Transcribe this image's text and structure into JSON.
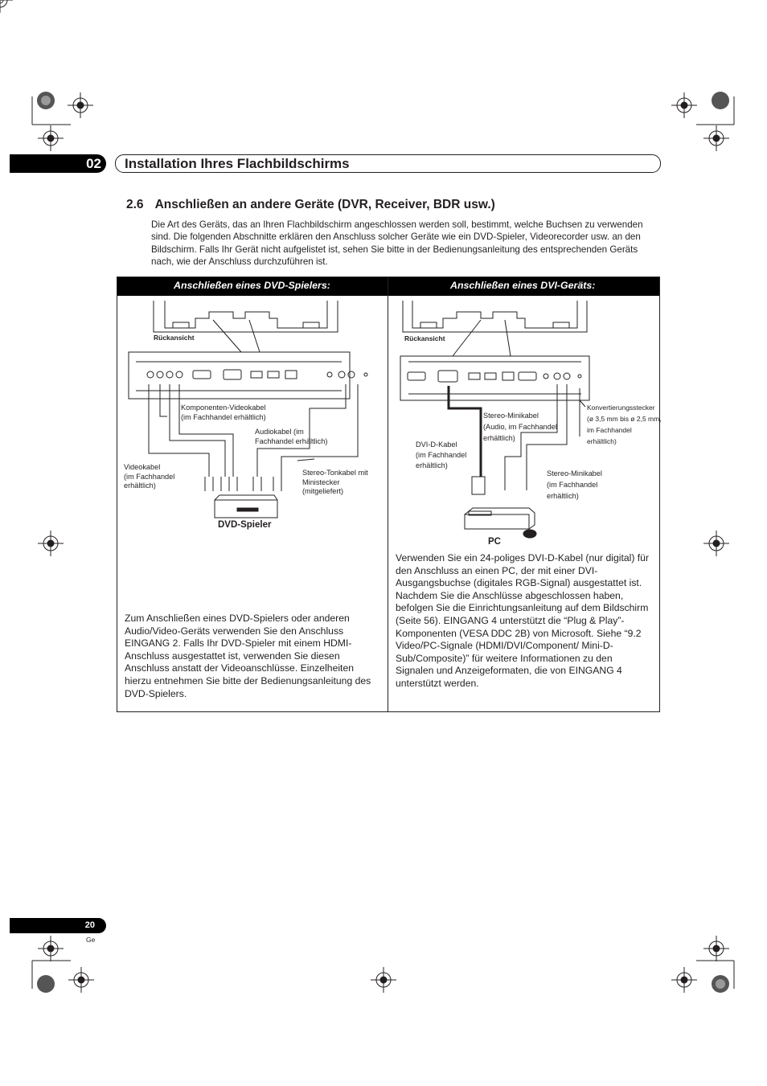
{
  "chapter": {
    "number": "02",
    "title": "Installation Ihres Flachbildschirms"
  },
  "section": {
    "number": "2.6",
    "title": "Anschließen an andere Geräte (DVR, Receiver, BDR usw.)",
    "intro": "Die Art des Geräts, das an Ihren Flachbildschirm angeschlossen werden soll, bestimmt, welche Buchsen zu verwenden sind. Die folgenden Abschnitte erklären den Anschluss solcher Geräte wie ein DVD-Spieler, Videorecorder usw. an den Bildschirm. Falls Ihr Gerät nicht aufgelistet ist, sehen Sie bitte in der Bedienungsanleitung des entsprechenden Geräts nach, wie der Anschluss durchzuführen ist."
  },
  "dvd": {
    "header": "Anschließen eines DVD-Spielers:",
    "rear_view": "Rückansicht",
    "component_cable": "Komponenten-Videokabel\n(im Fachhandel erhältlich)",
    "audio_cable": "Audiokabel (im\nFachhandel erhältlich)",
    "video_cable": "Videokabel\n(im Fachhandel\nerhältlich)",
    "stereo_cable": "Stereo-Tonkabel mit\nMinistecker\n(mitgeliefert)",
    "device": "DVD-Spieler",
    "text": "Zum Anschließen eines DVD-Spielers oder anderen Audio/Video-Geräts verwenden Sie den Anschluss EINGANG 2. Falls Ihr DVD-Spieler mit einem HDMI-Anschluss ausgestattet ist, verwenden Sie diesen Anschluss anstatt der Videoanschlüsse. Einzelheiten hierzu entnehmen Sie bitte der Bedienungsanleitung des DVD-Spielers."
  },
  "dvi": {
    "header": "Anschließen eines DVI-Geräts:",
    "rear_view": "Rückansicht",
    "stereo_mini_cable": "Stereo-Minikabel\n(Audio, im Fachhandel\nerhältlich)",
    "adapter": "Konvertierungsstecker\n(ø 3,5 mm bis ø 2,5 mm,\nim Fachhandel\nerhältlich)",
    "dvi_cable": "DVI-D-Kabel\n(im Fachhandel\nerhältlich)",
    "stereo_mini_cable2": "Stereo-Minikabel\n(im Fachhandel\nerhältlich)",
    "device": "PC",
    "text": "Verwenden Sie ein 24-poliges DVI-D-Kabel (nur digital) für den Anschluss an einen PC, der mit einer DVI-Ausgangsbuchse (digitales RGB-Signal) ausgestattet ist. Nachdem Sie die Anschlüsse abgeschlossen haben, befolgen Sie die Einrichtungsanleitung auf dem Bildschirm (Seite 56). EINGANG 4 unterstützt die “Plug & Play”-Komponenten (VESA DDC 2B) von Microsoft. Siehe “9.2 Video/PC-Signale (HDMI/DVI/Component/ Mini-D-Sub/Composite)” für weitere Informationen zu den Signalen und Anzeigeformaten, die von EINGANG 4 unterstützt werden."
  },
  "footer": {
    "page": "20",
    "lang": "Ge"
  }
}
